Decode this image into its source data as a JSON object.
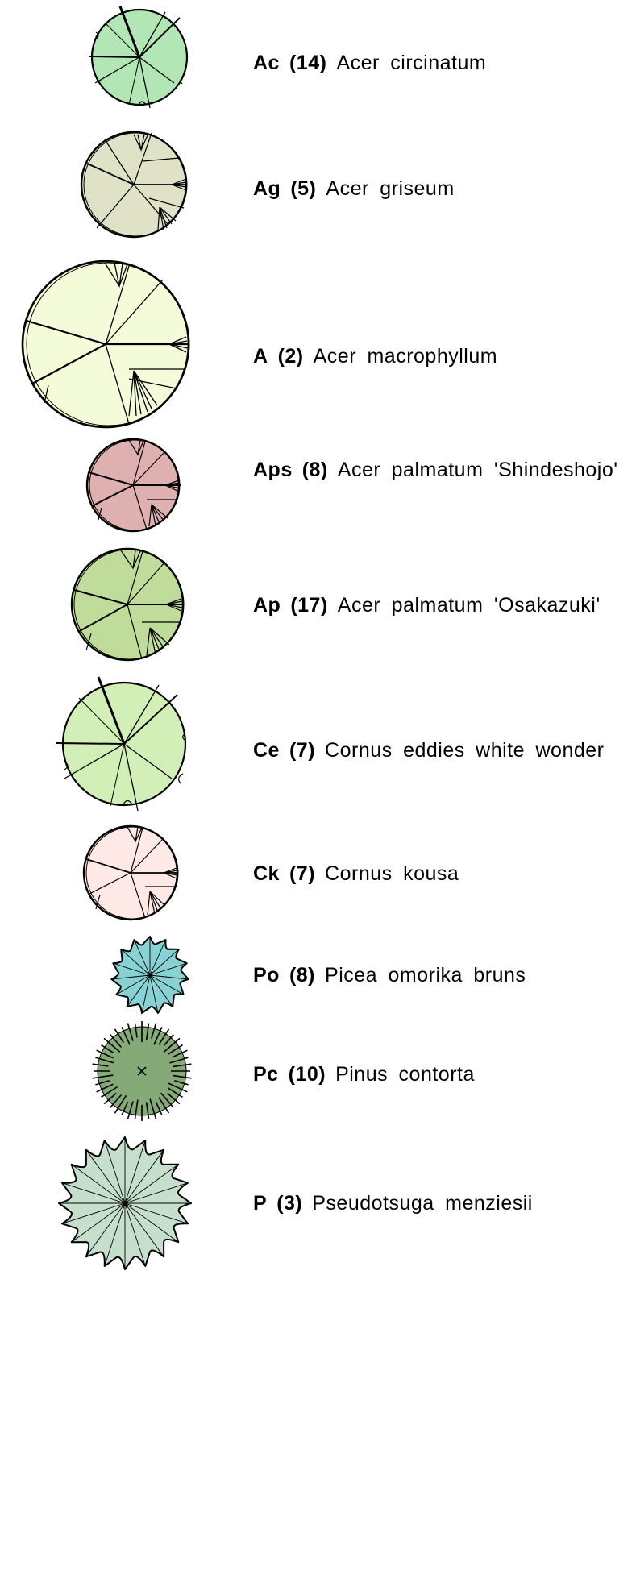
{
  "legend": {
    "items": [
      {
        "code": "Ac",
        "count": "(14)",
        "name": "Acer circinatum",
        "symbol": "deciduous-branch-icon",
        "fill": "#b3e6b5"
      },
      {
        "code": "Ag",
        "count": "(5)",
        "name": "Acer griseum",
        "symbol": "deciduous-canopy-icon",
        "fill": "#dfe2c7"
      },
      {
        "code": "A",
        "count": "(2)",
        "name": "Acer macrophyllum",
        "symbol": "deciduous-canopy-icon",
        "fill": "#f3fbd8"
      },
      {
        "code": "Aps",
        "count": "(8)",
        "name": "Acer palmatum 'Shindeshojo'",
        "symbol": "deciduous-canopy-icon",
        "fill": "#dfb0b0"
      },
      {
        "code": "Ap",
        "count": "(17)",
        "name": "Acer palmatum 'Osakazuki'",
        "symbol": "deciduous-canopy-icon",
        "fill": "#c0dc9a"
      },
      {
        "code": "Ce",
        "count": "(7)",
        "name": "Cornus eddies white wonder",
        "symbol": "deciduous-branch-icon",
        "fill": "#d1efb7"
      },
      {
        "code": "Ck",
        "count": "(7)",
        "name": "Cornus kousa",
        "symbol": "deciduous-canopy-icon",
        "fill": "#ffe9e7"
      },
      {
        "code": "Po",
        "count": "(8)",
        "name": "Picea omorika bruns",
        "symbol": "conifer-star-icon",
        "fill": "#88d2d4"
      },
      {
        "code": "Pc",
        "count": "(10)",
        "name": "Pinus contorta",
        "symbol": "pine-needle-icon",
        "fill": "#86a978"
      },
      {
        "code": "P",
        "count": "(3)",
        "name": "Pseudotsuga menziesii",
        "symbol": "conifer-star-icon",
        "fill": "#c6dfcc"
      }
    ]
  }
}
